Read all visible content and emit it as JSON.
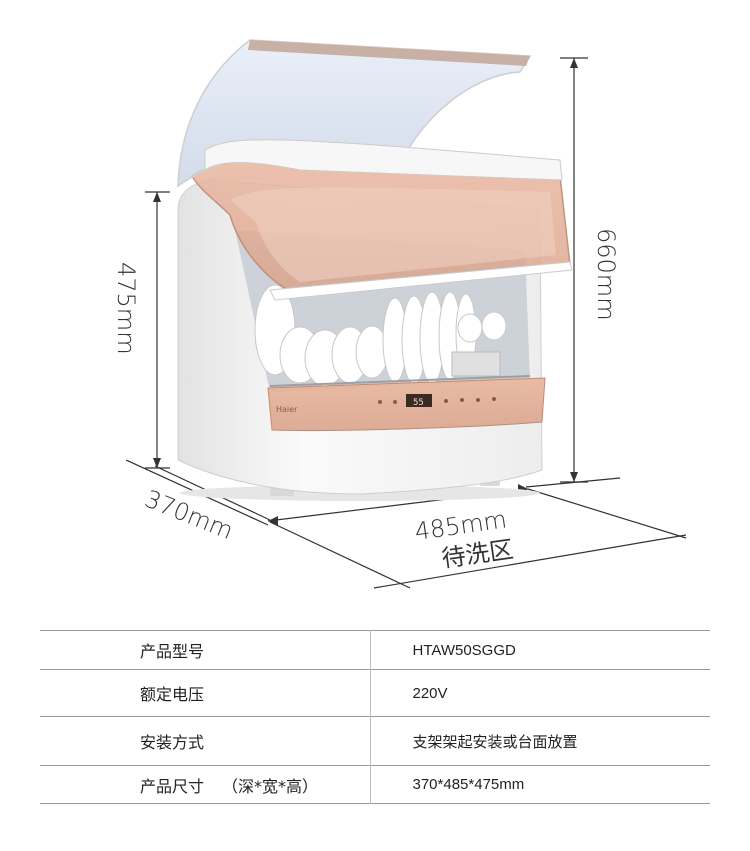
{
  "dimensions": {
    "height_total": "660mm",
    "height_body": "475mm",
    "depth": "370mm",
    "width": "485mm",
    "caption": "待洗区"
  },
  "panel": {
    "brand": "Haier",
    "display": "55"
  },
  "specs": [
    {
      "label": "产品型号",
      "value": "HTAW50SGGD"
    },
    {
      "label": "额定电压",
      "value": "220V"
    },
    {
      "label": "安装方式",
      "value": "支架架起安装或台面放置"
    },
    {
      "label": "产品尺寸",
      "label_note": "（深*宽*高）",
      "value": "370*485*475mm"
    }
  ],
  "colors": {
    "accent": "#d9a48a",
    "body": "#f3f3f3",
    "line": "#333333"
  }
}
